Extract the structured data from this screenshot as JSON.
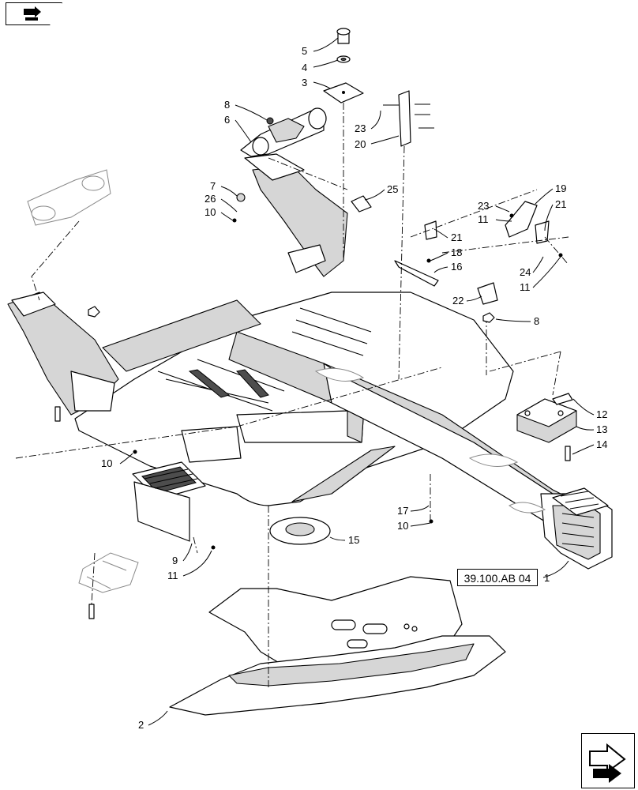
{
  "reference": {
    "label": "39.100.AB 04"
  },
  "callouts": [
    {
      "id": "c5",
      "text": "5"
    },
    {
      "id": "c4",
      "text": "4"
    },
    {
      "id": "c3",
      "text": "3"
    },
    {
      "id": "c8a",
      "text": "8"
    },
    {
      "id": "c6",
      "text": "6"
    },
    {
      "id": "c23a",
      "text": "23"
    },
    {
      "id": "c20",
      "text": "20"
    },
    {
      "id": "c7",
      "text": "7"
    },
    {
      "id": "c26",
      "text": "26"
    },
    {
      "id": "c10a",
      "text": "10"
    },
    {
      "id": "c25",
      "text": "25"
    },
    {
      "id": "c19",
      "text": "19"
    },
    {
      "id": "c23b",
      "text": "23"
    },
    {
      "id": "c21a",
      "text": "21"
    },
    {
      "id": "c11a",
      "text": "11"
    },
    {
      "id": "c21b",
      "text": "21"
    },
    {
      "id": "c18",
      "text": "18"
    },
    {
      "id": "c16",
      "text": "16"
    },
    {
      "id": "c24",
      "text": "24"
    },
    {
      "id": "c11b",
      "text": "11"
    },
    {
      "id": "c22",
      "text": "22"
    },
    {
      "id": "c8b",
      "text": "8"
    },
    {
      "id": "c12",
      "text": "12"
    },
    {
      "id": "c13",
      "text": "13"
    },
    {
      "id": "c14",
      "text": "14"
    },
    {
      "id": "c10b",
      "text": "10"
    },
    {
      "id": "c17",
      "text": "17"
    },
    {
      "id": "c10c",
      "text": "10"
    },
    {
      "id": "c15",
      "text": "15"
    },
    {
      "id": "c9",
      "text": "9"
    },
    {
      "id": "c11c",
      "text": "11"
    },
    {
      "id": "c1",
      "text": "1"
    },
    {
      "id": "c2",
      "text": "2"
    }
  ],
  "icons": {
    "top_nav": "book-arrow-icon",
    "bottom_nav": "next-page-arrow-icon"
  }
}
